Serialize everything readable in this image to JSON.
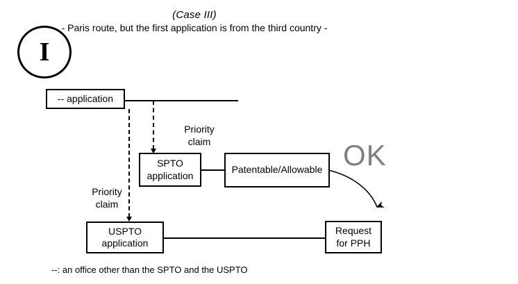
{
  "diagram": {
    "title": "(Case III)",
    "subtitle": "- Paris route, but the first application is from the third country -",
    "marker": {
      "label": "I"
    },
    "nodes": [
      {
        "id": "first-application",
        "label": "-- application"
      },
      {
        "id": "spto-application",
        "label": "SPTO\napplication",
        "line1": "SPTO",
        "line2": "application"
      },
      {
        "id": "patentable-allowable",
        "label": "Patentable/Allowable"
      },
      {
        "id": "uspto-application",
        "label": "USPTO\napplication",
        "line1": "USPTO",
        "line2": "application"
      },
      {
        "id": "request-for-pph",
        "label": "Request\nfor PPH",
        "line1": "Request",
        "line2": "for PPH"
      }
    ],
    "labels": {
      "priority_claim_upper_line1": "Priority",
      "priority_claim_upper_line2": "claim",
      "priority_claim_lower_line1": "Priority",
      "priority_claim_lower_line2": "claim",
      "ok": "OK"
    },
    "legend": "--: an office other than the SPTO and the USPTO",
    "colors": {
      "stroke": "#000000",
      "ok_text": "#808080",
      "background": "#ffffff"
    }
  }
}
